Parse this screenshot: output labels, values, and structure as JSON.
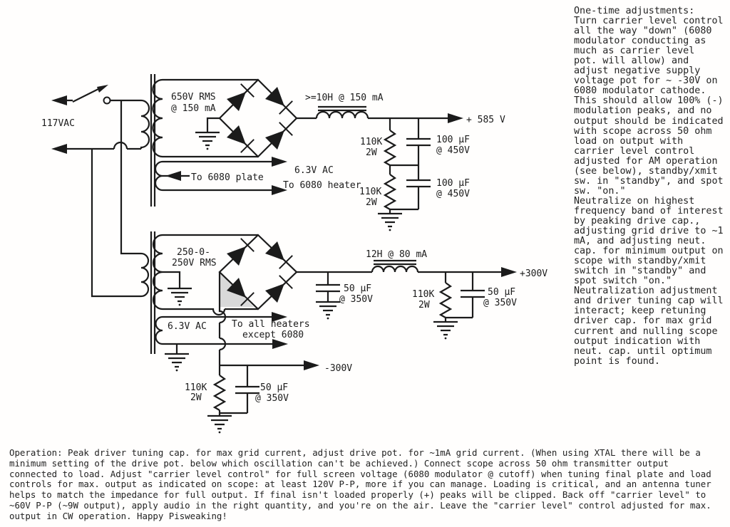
{
  "schematic": {
    "ac_input_label": "117VAC",
    "t1": {
      "secondary_rating_1": "650V RMS",
      "secondary_rating_2": "@ 150 mA",
      "heater_winding": "6.3V AC",
      "tap_plate": "To 6080 plate",
      "tap_heater": "To 6080 heater"
    },
    "hv_section": {
      "choke": ">=10H @ 150 mA",
      "output": "+ 585 V",
      "r1": "110K",
      "r1_w": "2W",
      "c1": "100 µF",
      "c1_v": "@ 450V",
      "r2": "110K",
      "r2_w": "2W",
      "c2": "100 µF",
      "c2_v": "@ 450V"
    },
    "t2": {
      "secondary_rating_1": "250-0-",
      "secondary_rating_2": "250V RMS",
      "heater_winding": "6.3V AC",
      "heater_out_1": "To all heaters",
      "heater_out_2": "except 6080"
    },
    "plus300_section": {
      "choke": "12H @ 80 mA",
      "output": "+300V",
      "c_in": "50 µF",
      "c_in_v": "@ 350V",
      "r": "110K",
      "r_w": "2W",
      "c_out": "50 µF",
      "c_out_v": "@ 350V"
    },
    "minus300_section": {
      "output": "-300V",
      "r": "110K",
      "r_w": "2W",
      "c": "50 µF",
      "c_v": "@ 350V"
    }
  },
  "right_column": {
    "lines": [
      "One-time adjustments:",
      "Turn carrier level control",
      "all the way \"down\" (6080",
      "modulator conducting as",
      "much as carrier level",
      "pot. will allow) and",
      "adjust negative supply",
      "voltage pot for ~ -30V on",
      "6080 modulator cathode.",
      "This should allow 100% (-)",
      "modulation peaks, and no",
      "output should be indicated",
      "with scope across 50 ohm",
      "load on output with",
      "carrier level control",
      "adjusted for AM operation",
      "(see below), standby/xmit",
      "sw. in \"standby\", and spot",
      "sw. \"on.\"",
      "Neutralize on highest",
      "frequency band of interest",
      "by peaking drive cap.,",
      "adjusting grid drive to ~1",
      "mA, and adjusting neut.",
      "cap. for minimum output on",
      "scope with standby/xmit",
      "switch in \"standby\" and",
      "spot switch \"on.\"",
      "Neutralization adjustment",
      "and driver tuning cap will",
      "interact; keep retuning",
      "driver cap. for max grid",
      "current and nulling scope",
      "output indication with",
      "neut. cap. until optimum",
      "point is found."
    ]
  },
  "operation_note": {
    "lines": [
      "Operation: Peak driver tuning cap. for max grid current, adjust drive pot. for ~1mA grid current. (When using XTAL there will be a",
      "minimum setting of the drive pot. below which oscillation can't be achieved.) Connect scope across 50 ohm transmitter output",
      "connected to load. Adjust \"carrier level control\" for full screen voltage (6080 modulator @ cutoff) when tuning final plate and load",
      "controls for max. output as indicated on scope: at least 120V P-P, more if you can manage. Loading is critical, and an antenna tuner",
      "helps to match the impedance for full output. If final isn't loaded properly (+) peaks will be clipped. Back off \"carrier level\" to",
      "~60V P-P (~9W output), apply audio in the right quantity, and you're on the air. Leave the \"carrier level\" control adjusted for max.",
      "output in CW operation. Happy Pisweaking!"
    ]
  }
}
